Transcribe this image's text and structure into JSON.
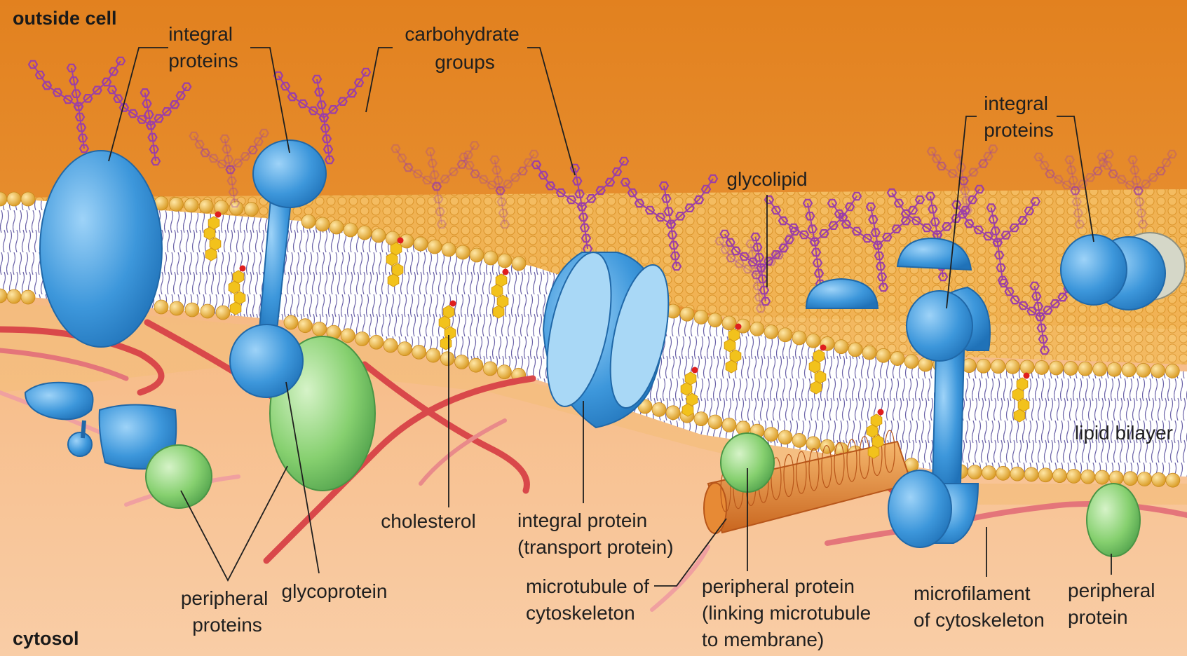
{
  "regions": {
    "outside": "outside cell",
    "inside": "cytosol"
  },
  "labels": {
    "integral_proteins_left": [
      "integral",
      "proteins"
    ],
    "carbohydrate_groups": [
      "carbohydrate",
      "groups"
    ],
    "integral_proteins_right": [
      "integral",
      "proteins"
    ],
    "glycolipid": [
      "glycolipid"
    ],
    "lipid_bilayer": [
      "lipid bilayer"
    ],
    "peripheral_proteins": [
      "peripheral",
      "proteins"
    ],
    "glycoprotein": [
      "glycoprotein"
    ],
    "cholesterol": [
      "cholesterol"
    ],
    "transport_protein": [
      "integral protein",
      "(transport protein)"
    ],
    "microtubule": [
      "microtubule of",
      "cytoskeleton"
    ],
    "peripheral_protein_linking": [
      "peripheral protein",
      "(linking microtubule",
      "to membrane)"
    ],
    "microfilament": [
      "microfilament",
      "of cytoskeleton"
    ],
    "peripheral_protein_right": [
      "peripheral",
      "protein"
    ]
  },
  "colors": {
    "outside_top": "#E2811F",
    "outside_bottom": "#F0A64C",
    "cytosol": "#F8C9A0",
    "lipid_head": "#E8B13A",
    "protein_blue": "#3D97DB",
    "protein_green": "#7FCB6A",
    "carbohydrate": "#9C3FA6",
    "cholesterol": "#F2C21C",
    "microfilament": "#D9484A",
    "microtubule": "#E07C2A"
  }
}
